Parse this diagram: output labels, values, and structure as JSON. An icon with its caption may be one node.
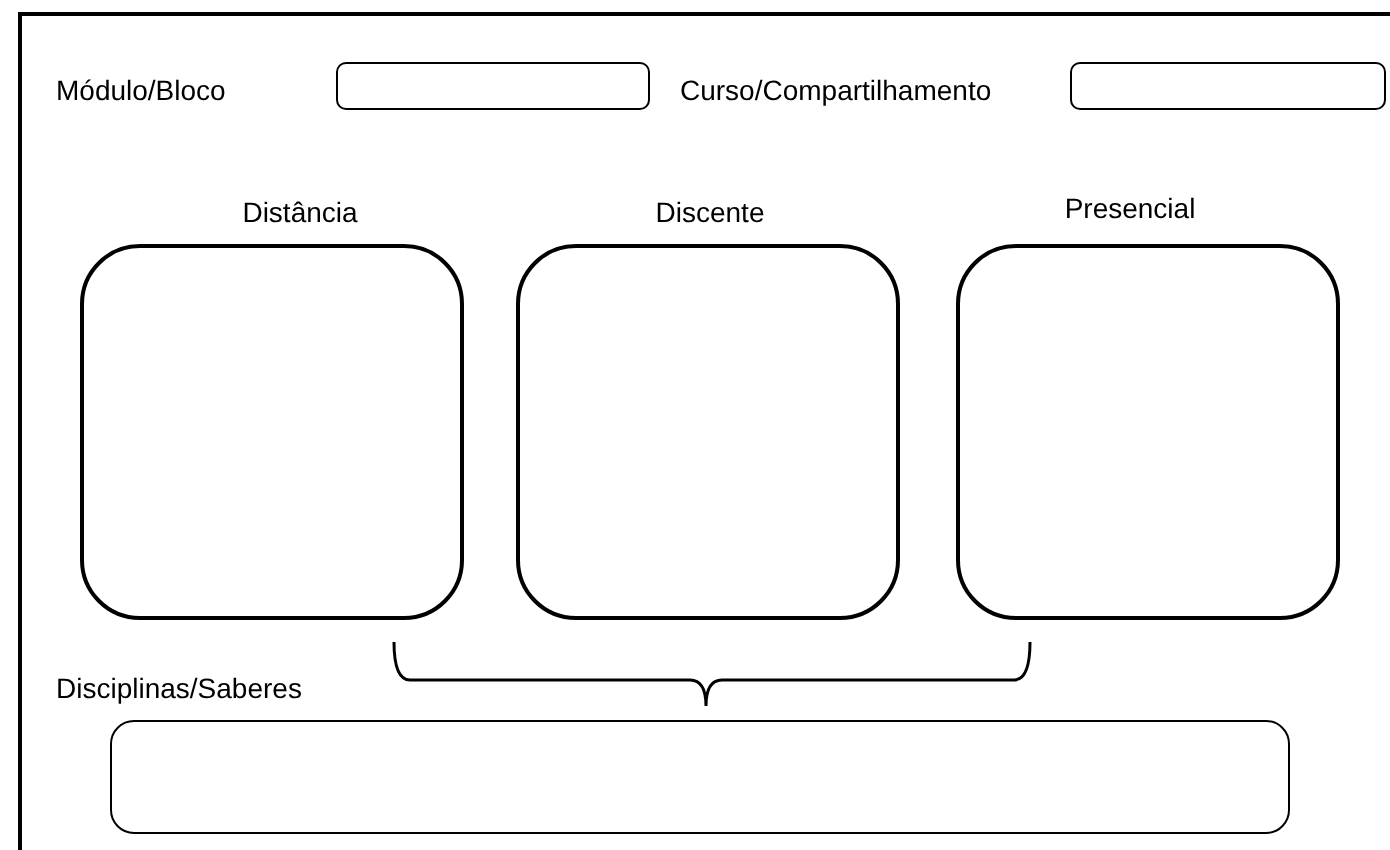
{
  "diagram": {
    "nodes": [
      {
        "text": [
          "Módulo/Bloco"
        ]
      },
      {
        "text": [
          "Curso/Compartilhamento"
        ]
      },
      {
        "text": [
          "Distância"
        ]
      },
      {
        "text": [
          "Discente"
        ]
      },
      {
        "text": [
          "Presencial"
        ]
      },
      {
        "text": [
          "Disciplinas/Saberes"
        ]
      }
    ]
  }
}
